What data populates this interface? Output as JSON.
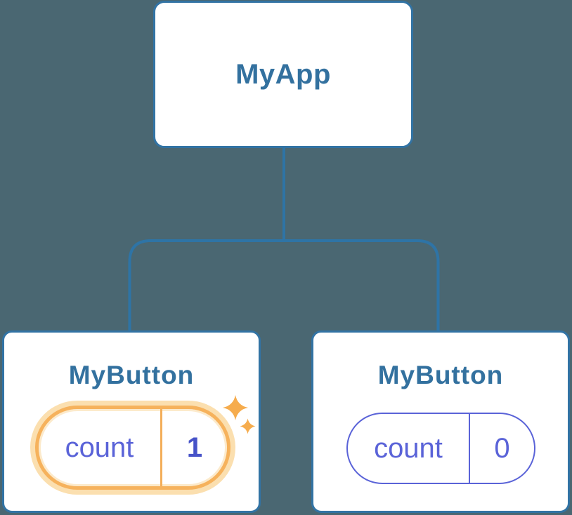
{
  "diagram": {
    "type": "component-tree",
    "background_color": "#4A6772",
    "connector_color": "#2E74A6",
    "node_border_color": "#3273A4",
    "node_title_color": "#33719F",
    "root": {
      "title": "MyApp"
    },
    "children": [
      {
        "title": "MyButton",
        "state": {
          "label": "count",
          "value": "1",
          "highlighted": true
        },
        "highlight_ring_color": "#F6B25C",
        "highlight_glow_color": "#FBDFAF",
        "label_color": "#5A63D8",
        "value_color": "#4753C8",
        "sparkle_color": "#F6AC4D"
      },
      {
        "title": "MyButton",
        "state": {
          "label": "count",
          "value": "0",
          "highlighted": false
        },
        "pill_border_color": "#5A63D8",
        "label_color": "#5A63D8",
        "value_color": "#5A63D8"
      }
    ]
  }
}
